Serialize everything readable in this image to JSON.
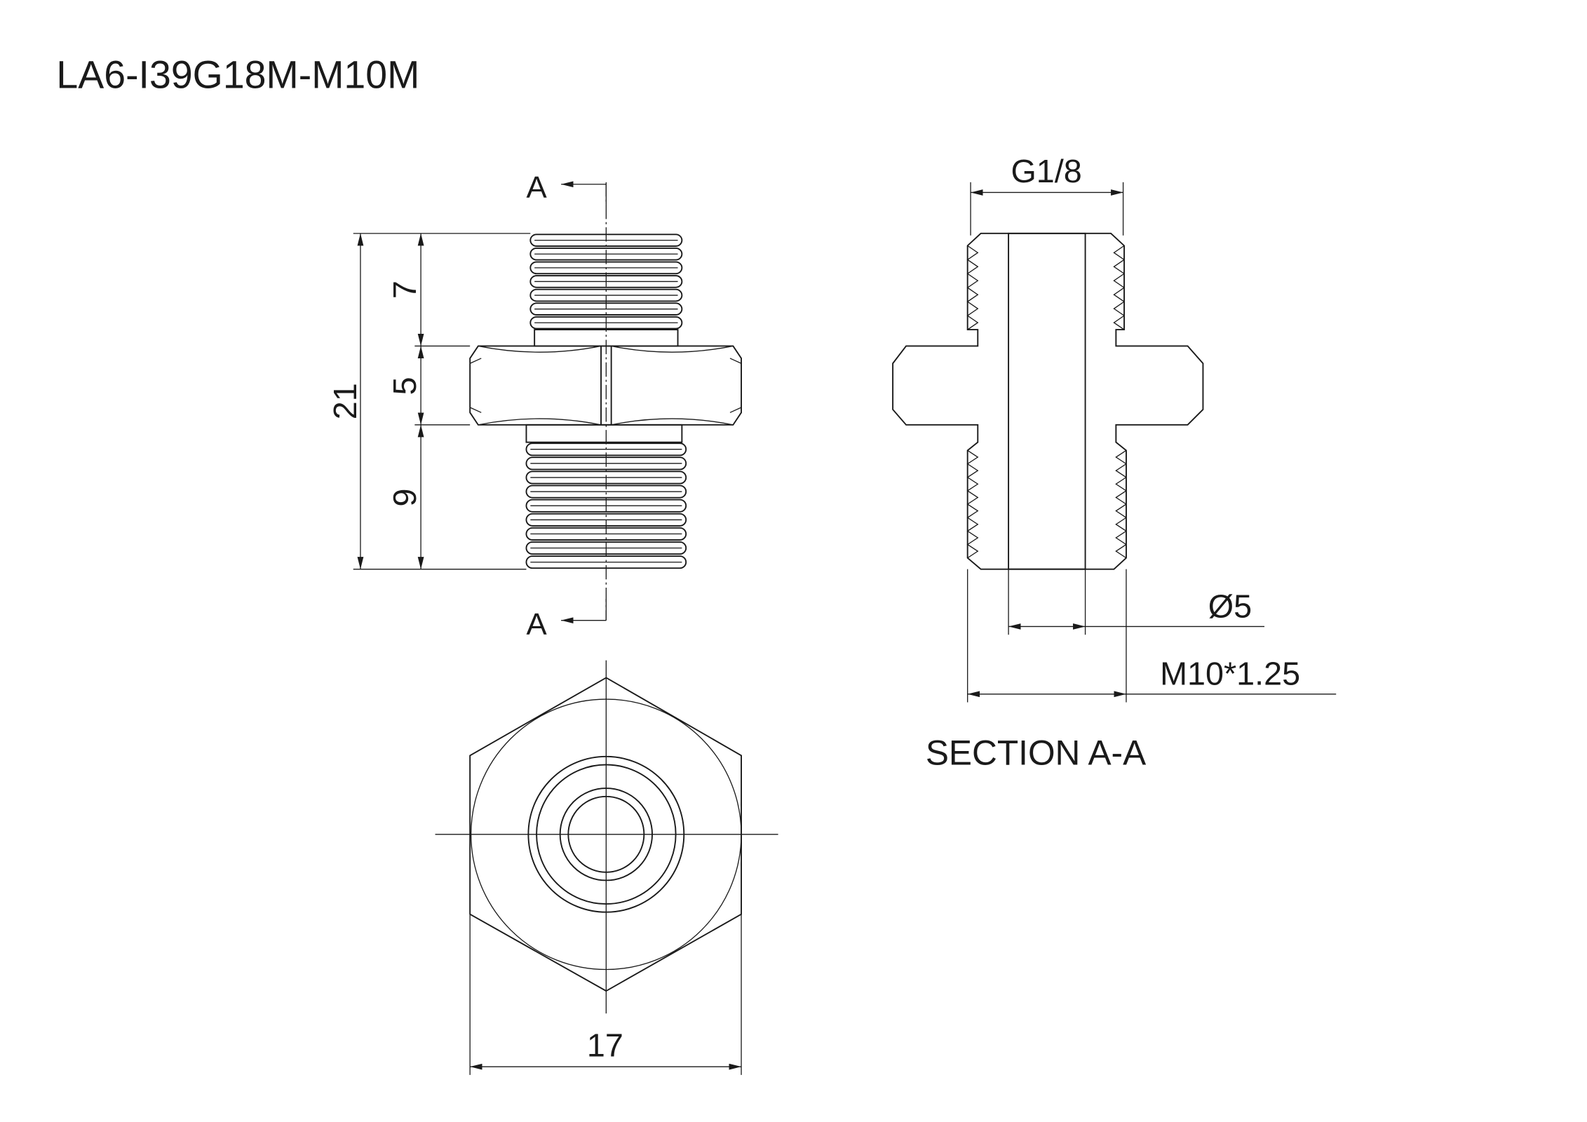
{
  "title": "LA6-I39G18M-M10M",
  "front_view": {
    "section_mark_top": "A",
    "section_mark_bottom": "A",
    "dim_overall": "21",
    "dim_top_thread": "7",
    "dim_hex": "5",
    "dim_bottom_thread": "9"
  },
  "end_view": {
    "dim_across_flats": "17"
  },
  "section_view": {
    "label": "SECTION A-A",
    "dim_top_thread": "G1/8",
    "dim_bore": "Ø5",
    "dim_bottom_thread": "M10*1.25"
  }
}
